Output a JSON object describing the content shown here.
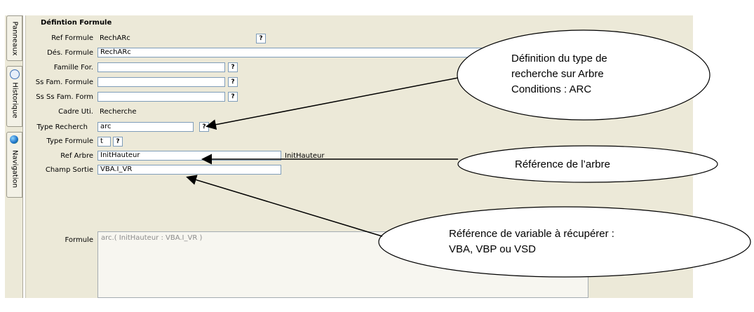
{
  "sidebar": {
    "tabs": [
      {
        "label": "Panneaux",
        "icon": "panel-icon"
      },
      {
        "label": "Historique",
        "icon": "history-icon"
      },
      {
        "label": "Navigation",
        "icon": "globe-icon"
      }
    ]
  },
  "form": {
    "section_title": "Défintion Formule",
    "ref_formule": {
      "label": "Ref Formule",
      "value": "RechARc"
    },
    "des_formule": {
      "label": "Dés. Formule",
      "value": "RechARc"
    },
    "famille": {
      "label": "Famille For.",
      "value": ""
    },
    "ss_fam": {
      "label": "Ss Fam. Formule",
      "value": ""
    },
    "ss_ss_fam": {
      "label": "Ss Ss Fam. Form",
      "value": ""
    },
    "cadre": {
      "label": "Cadre Uti.",
      "value": "Recherche"
    },
    "type_recherche": {
      "label": "Type Recherch",
      "value": "arc"
    },
    "type_formule": {
      "label": "Type Formule",
      "value": "t"
    },
    "ref_arbre": {
      "label": "Ref Arbre",
      "value": "InitHauteur",
      "display": "InitHauteur"
    },
    "champ_sortie": {
      "label": "Champ Sortie",
      "value": "VBA.I_VR"
    },
    "formule": {
      "label": "Formule",
      "value": "arc.( InitHauteur : VBA.I_VR )"
    },
    "help_label": "?"
  },
  "annotations": {
    "bubble1": [
      "Définition du type de",
      "recherche sur Arbre",
      "Conditions : ARC"
    ],
    "bubble2": [
      "Référence de l’arbre"
    ],
    "bubble3": [
      "Référence de variable à récupérer :",
      "VBA, VBP ou VSD"
    ]
  },
  "colors": {
    "panel_bg": "#ece9d8",
    "field_border": "#7f9db9"
  }
}
